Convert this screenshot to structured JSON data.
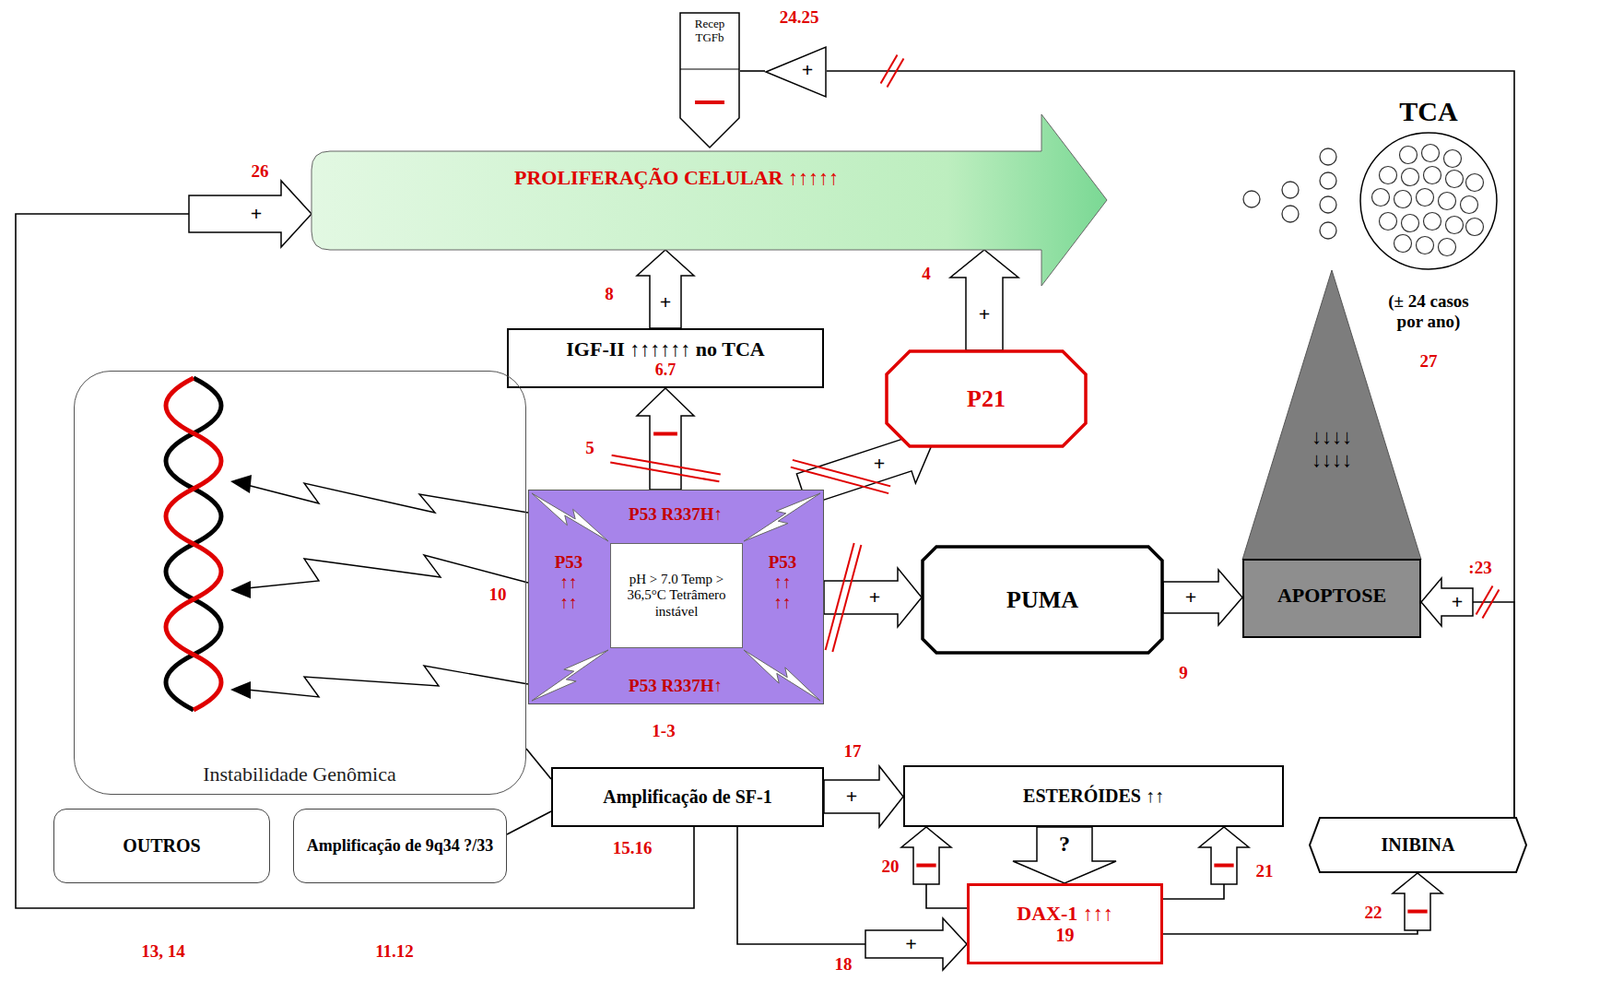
{
  "diagram": {
    "nodes": [
      {
        "text": [
          "Recep TGFb"
        ]
      },
      {
        "text": [
          "+"
        ]
      },
      {
        "text": [
          "TCA"
        ]
      },
      {
        "text": [
          "PROLIFERAÇÃO CELULAR ↑↑↑↑↑"
        ]
      },
      {
        "text": [
          "IGF-II ↑↑↑↑↑↑ no TCA",
          "6.7"
        ]
      },
      {
        "text": [
          "P21"
        ]
      },
      {
        "text": [
          "Instabilidade Genômica"
        ]
      },
      {
        "text": [
          "P53 R337H↑",
          "P53 ↑↑ ↑↑",
          "P53 ↑↑ ↑↑",
          "P53 R337H↑"
        ]
      },
      {
        "text": [
          "pH > 7.0 Temp > 36,5°C Tetrâmero instável"
        ],
        "in": 7
      },
      {
        "text": [
          "PUMA"
        ]
      },
      {
        "text": [
          "↓↓↓↓ ↓↓↓↓",
          "APOPTOSE"
        ]
      },
      {
        "text": [
          "Amplificação de SF-1"
        ]
      },
      {
        "text": [
          "ESTERÓIDES ↑↑"
        ]
      },
      {
        "text": [
          "INIBINA"
        ]
      },
      {
        "text": [
          "OUTROS"
        ]
      },
      {
        "text": [
          "Amplificação de 9q34 ?/33"
        ]
      },
      {
        "text": [
          "DAX-1 ↑↑↑",
          "19"
        ]
      }
    ],
    "edges": [
      {
        "from": 13,
        "to": 1,
        "arrow": "none"
      },
      {
        "from": 1,
        "to": 0,
        "arrow": "none"
      },
      {
        "from": 13,
        "to": 10,
        "label": "+",
        "arrow": "to"
      },
      {
        "from": 11,
        "to": 3,
        "label": "+",
        "arrow": "to"
      },
      {
        "from": 4,
        "to": 3,
        "label": "+",
        "arrow": "to"
      },
      {
        "from": 5,
        "to": 3,
        "label": "+",
        "arrow": "to"
      },
      {
        "from": 7,
        "to": 4,
        "arrow": "to"
      },
      {
        "from": 7,
        "to": 5,
        "label": "+",
        "arrow": "to"
      },
      {
        "from": 7,
        "to": 9,
        "label": "+",
        "arrow": "to"
      },
      {
        "from": 9,
        "to": 10,
        "label": "+",
        "arrow": "to"
      },
      {
        "from": 11,
        "to": 12,
        "label": "+",
        "arrow": "to"
      },
      {
        "from": 12,
        "to": 16,
        "label": "?",
        "arrow": "to"
      },
      {
        "from": 16,
        "to": 12,
        "arrow": "to"
      },
      {
        "from": 16,
        "to": 12,
        "arrow": "to"
      },
      {
        "from": 11,
        "to": 16,
        "label": "+",
        "arrow": "to"
      },
      {
        "from": 16,
        "to": 13,
        "arrow": "to"
      },
      {
        "from": 6,
        "to": 11,
        "arrow": "none"
      },
      {
        "from": 15,
        "to": 11,
        "arrow": "none"
      }
    ],
    "labels": [
      "24.25",
      "26",
      "8",
      "4",
      "5",
      "10",
      "1-3",
      "(± 24 casos por ano)",
      "27",
      ":23",
      "9",
      "15.16",
      "17",
      "18",
      "20",
      "21",
      "22",
      "13, 14",
      "11.12"
    ]
  }
}
